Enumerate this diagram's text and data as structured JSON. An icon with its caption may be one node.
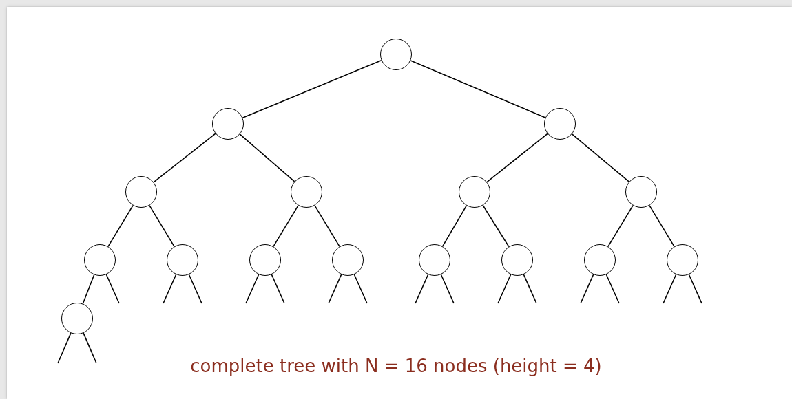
{
  "diagram": {
    "caption": "complete tree with N = 16 nodes (height = 4)",
    "nodes": [
      {
        "text": [],
        "shape": "circle"
      },
      {
        "text": [],
        "shape": "circle"
      },
      {
        "text": [],
        "shape": "circle"
      },
      {
        "text": [],
        "shape": "circle"
      },
      {
        "text": [],
        "shape": "circle"
      },
      {
        "text": [],
        "shape": "circle"
      },
      {
        "text": [],
        "shape": "circle"
      },
      {
        "text": [],
        "shape": "circle"
      },
      {
        "text": [],
        "shape": "circle"
      },
      {
        "text": [],
        "shape": "circle"
      },
      {
        "text": [],
        "shape": "circle"
      },
      {
        "text": [],
        "shape": "circle"
      },
      {
        "text": [],
        "shape": "circle"
      },
      {
        "text": [],
        "shape": "circle"
      },
      {
        "text": [],
        "shape": "circle"
      },
      {
        "text": [],
        "shape": "circle"
      }
    ],
    "edges": [
      {
        "from": 0,
        "to": 1,
        "arrow": "none"
      },
      {
        "from": 0,
        "to": 2,
        "arrow": "none"
      },
      {
        "from": 1,
        "to": 3,
        "arrow": "none"
      },
      {
        "from": 1,
        "to": 4,
        "arrow": "none"
      },
      {
        "from": 2,
        "to": 5,
        "arrow": "none"
      },
      {
        "from": 2,
        "to": 6,
        "arrow": "none"
      },
      {
        "from": 3,
        "to": 7,
        "arrow": "none"
      },
      {
        "from": 3,
        "to": 8,
        "arrow": "none"
      },
      {
        "from": 4,
        "to": 9,
        "arrow": "none"
      },
      {
        "from": 4,
        "to": 10,
        "arrow": "none"
      },
      {
        "from": 5,
        "to": 11,
        "arrow": "none"
      },
      {
        "from": 5,
        "to": 12,
        "arrow": "none"
      },
      {
        "from": 6,
        "to": 13,
        "arrow": "none"
      },
      {
        "from": 6,
        "to": 14,
        "arrow": "none"
      },
      {
        "from": 7,
        "to": 15,
        "arrow": "none"
      },
      {
        "from": 7,
        "to": null,
        "arrow": "none"
      },
      {
        "from": 8,
        "to": null,
        "arrow": "none"
      },
      {
        "from": 8,
        "to": null,
        "arrow": "none"
      },
      {
        "from": 9,
        "to": null,
        "arrow": "none"
      },
      {
        "from": 9,
        "to": null,
        "arrow": "none"
      },
      {
        "from": 10,
        "to": null,
        "arrow": "none"
      },
      {
        "from": 10,
        "to": null,
        "arrow": "none"
      },
      {
        "from": 11,
        "to": null,
        "arrow": "none"
      },
      {
        "from": 11,
        "to": null,
        "arrow": "none"
      },
      {
        "from": 12,
        "to": null,
        "arrow": "none"
      },
      {
        "from": 12,
        "to": null,
        "arrow": "none"
      },
      {
        "from": 13,
        "to": null,
        "arrow": "none"
      },
      {
        "from": 13,
        "to": null,
        "arrow": "none"
      },
      {
        "from": 14,
        "to": null,
        "arrow": "none"
      },
      {
        "from": 14,
        "to": null,
        "arrow": "none"
      },
      {
        "from": 15,
        "to": null,
        "arrow": "none"
      },
      {
        "from": 15,
        "to": null,
        "arrow": "none"
      }
    ]
  }
}
